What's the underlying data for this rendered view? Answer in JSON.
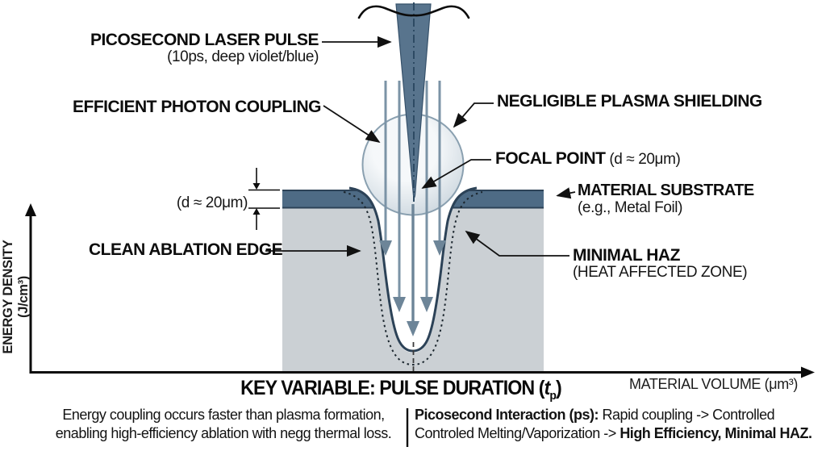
{
  "colors": {
    "beam": "#58748d",
    "beam_edge": "#36516a",
    "substrate": "#4e6b85",
    "substrate_edge": "#2c4257",
    "material": "#cbd0d4",
    "wall": "#2c4257",
    "ray": "#7b93a6",
    "arrow": "#6d8598",
    "sphere_edge": "#8aa0b0",
    "sphere_center": "#f4f7f9",
    "sphere_rim": "#c5d1da",
    "centerline": "#2d4a63"
  },
  "annotations": {
    "laser_pulse": {
      "label": "PICOSECOND LASER PULSE",
      "sub": "(10ps, deep violet/blue)"
    },
    "photon_coupling": {
      "label": "EFFICIENT PHOTON COUPLING"
    },
    "plasma_shielding": {
      "label": "NEGLIGIBLE PLASMA SHIELDING"
    },
    "focal_point": {
      "label": "FOCAL POINT",
      "detail": " (d ≈ 20μm)"
    },
    "substrate": {
      "label": "MATERIAL SUBSTRATE",
      "sub": "(e.g., Metal Foil)"
    },
    "thickness": {
      "label": "(d ≈ 20μm)"
    },
    "clean_edge": {
      "label": "CLEAN ABLATION EDGE"
    },
    "minimal_haz": {
      "label": "MINIMAL HAZ",
      "sub": "(HEAT AFFECTED ZONE)"
    }
  },
  "axes": {
    "y_label": "ENERGY DENSITY (J/cm³)",
    "x_label": "MATERIAL VOLUME (μm³)"
  },
  "key_variable": {
    "prefix": "KEY VARIABLE: PULSE DURATION (",
    "symbol": "t",
    "subscript": "p",
    "suffix": ")"
  },
  "captions": {
    "left": {
      "line1": "Energy coupling occurs faster than plasma formation,",
      "line2": "enabling high-efficiency ablation with negg thermal loss."
    },
    "right": {
      "bold_lead": "Picosecond Interaction (ps):",
      "line1_rest": " Rapid coupling -> Controlled",
      "line2_start": "Controled Melting/Vaporization -> ",
      "line2_bold": "High Efficiency, Minimal HAZ."
    }
  }
}
